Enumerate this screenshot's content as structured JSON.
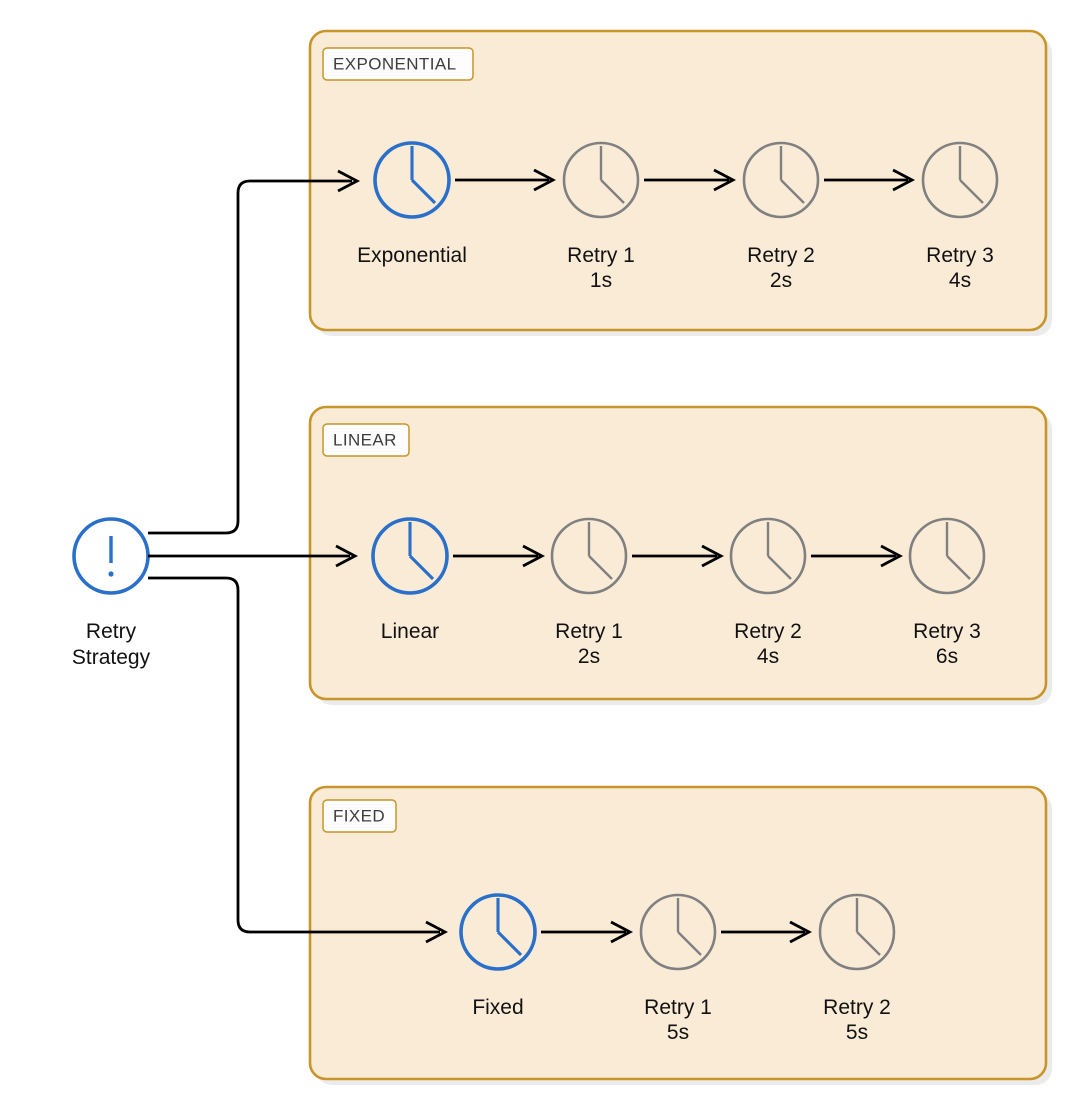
{
  "diagram": {
    "title": "Retry Strategy",
    "root": {
      "label_line1": "Retry",
      "label_line2": "Strategy",
      "icon": "alert-exclamation-icon"
    },
    "colors": {
      "accent_blue": "#2a6fc9",
      "idle_gray": "#808080",
      "group_fill": "#faebd7",
      "group_border": "#c7952a",
      "chip_fill": "#fdfdfd",
      "text": "#111111",
      "edge": "#000000",
      "background": "#ffffff"
    },
    "groups": [
      {
        "id": "exponential",
        "chip_label": "EXPONENTIAL",
        "nodes": [
          {
            "label": "Exponential",
            "sub": "",
            "state": "active",
            "icon": "clock-icon"
          },
          {
            "label": "Retry 1",
            "sub": "1s",
            "state": "idle",
            "icon": "clock-icon"
          },
          {
            "label": "Retry 2",
            "sub": "2s",
            "state": "idle",
            "icon": "clock-icon"
          },
          {
            "label": "Retry 3",
            "sub": "4s",
            "state": "idle",
            "icon": "clock-icon"
          }
        ]
      },
      {
        "id": "linear",
        "chip_label": "LINEAR",
        "nodes": [
          {
            "label": "Linear",
            "sub": "",
            "state": "active",
            "icon": "clock-icon"
          },
          {
            "label": "Retry 1",
            "sub": "2s",
            "state": "idle",
            "icon": "clock-icon"
          },
          {
            "label": "Retry 2",
            "sub": "4s",
            "state": "idle",
            "icon": "clock-icon"
          },
          {
            "label": "Retry 3",
            "sub": "6s",
            "state": "idle",
            "icon": "clock-icon"
          }
        ]
      },
      {
        "id": "fixed",
        "chip_label": "FIXED",
        "nodes": [
          {
            "label": "Fixed",
            "sub": "",
            "state": "active",
            "icon": "clock-icon"
          },
          {
            "label": "Retry 1",
            "sub": "5s",
            "state": "idle",
            "icon": "clock-icon"
          },
          {
            "label": "Retry 2",
            "sub": "5s",
            "state": "idle",
            "icon": "clock-icon"
          }
        ]
      }
    ]
  }
}
